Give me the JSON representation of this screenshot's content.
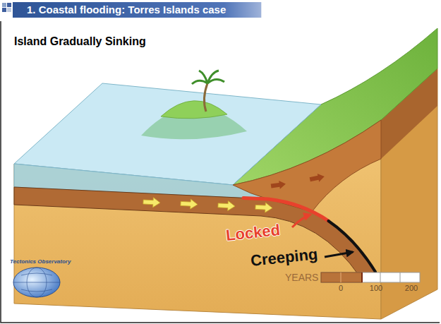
{
  "diagram": {
    "title": "1. Coastal flooding: Torres Islands case",
    "labels": [
      "Island Gradually Sinking",
      "Locked",
      "Creeping",
      "YEARS",
      "0",
      "100",
      "200",
      "Tectonics Observatory"
    ]
  }
}
